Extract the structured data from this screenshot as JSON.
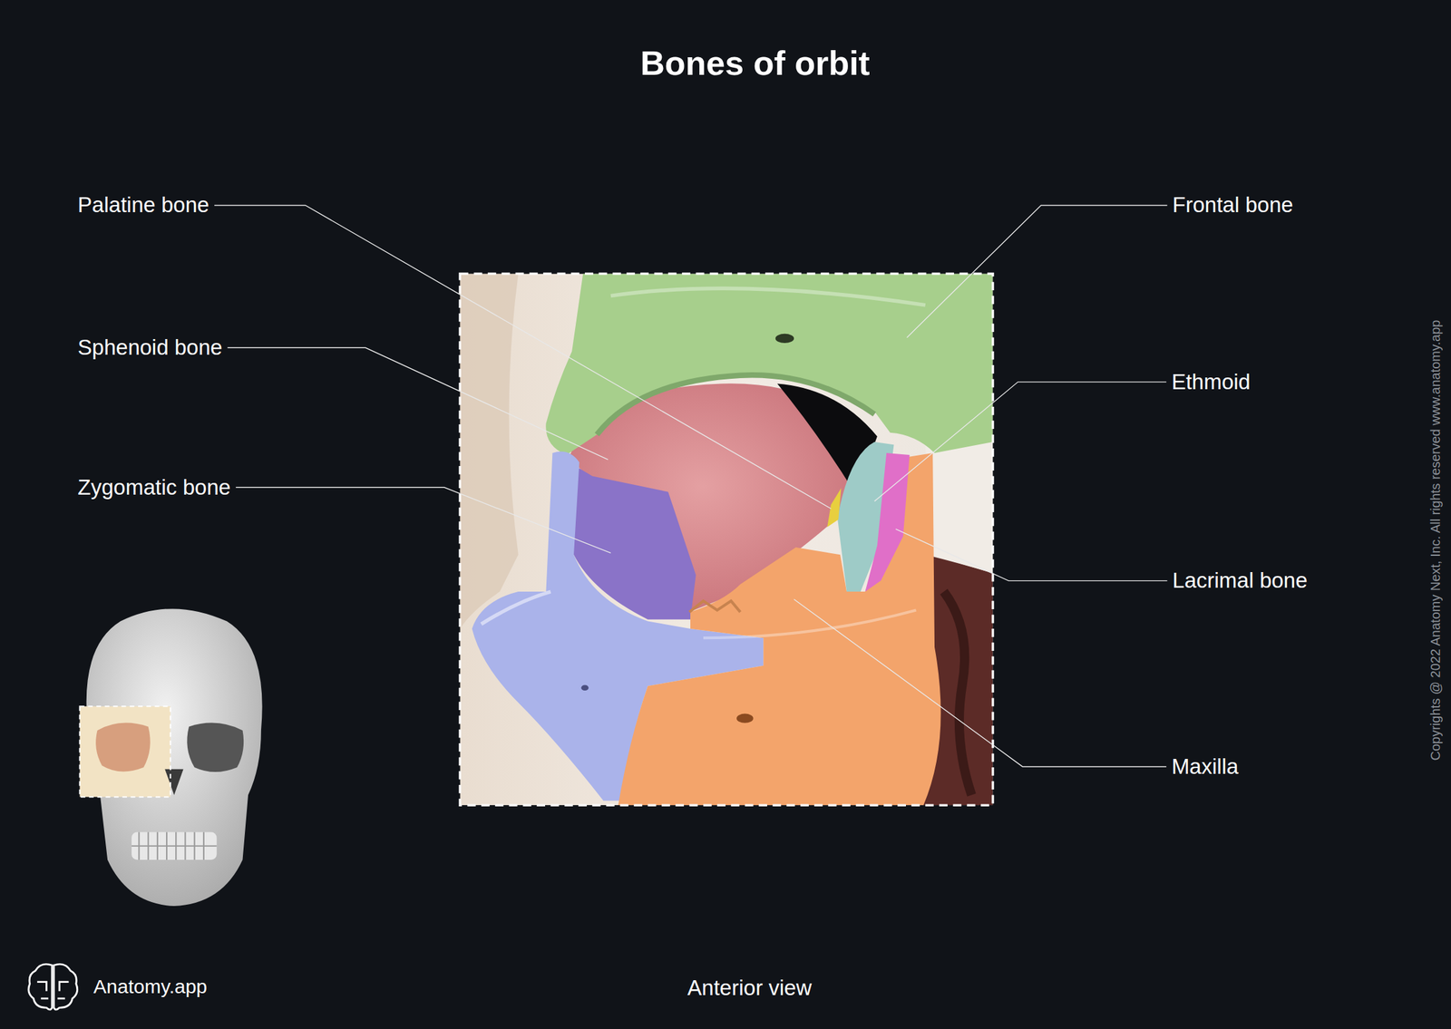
{
  "diagram": {
    "title": "Bones of orbit",
    "caption": "Anterior view",
    "labels": [
      "Palatine bone",
      "Sphenoid bone",
      "Zygomatic bone",
      "Frontal bone",
      "Ethmoid",
      "Lacrimal bone",
      "Maxilla",
      "Anatomy.app",
      "Copyrights @ 2022 Anatomy Next, Inc. All rights reserved www.anatomy.app"
    ]
  }
}
